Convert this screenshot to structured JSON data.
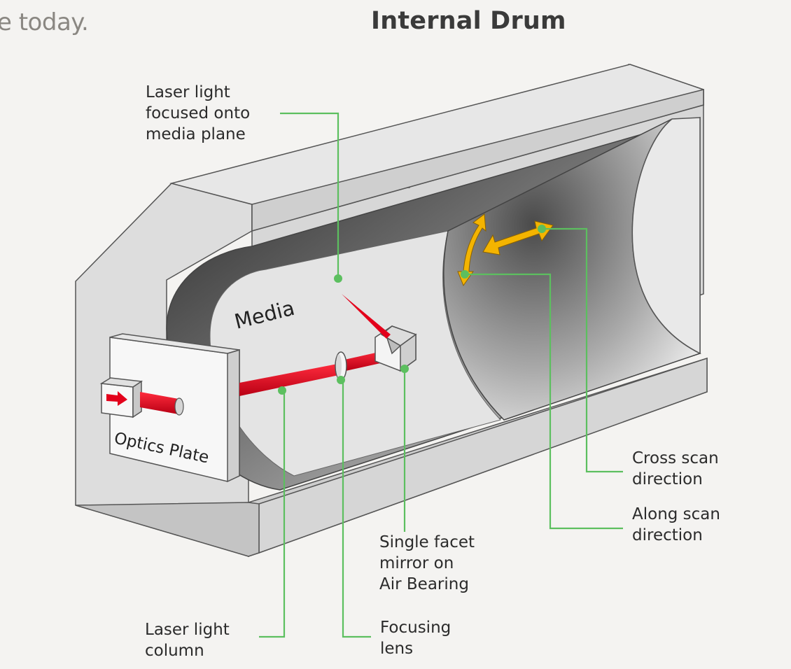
{
  "page_fragment": "e today.",
  "title": "Internal Drum",
  "drum": {
    "media_label": "Media",
    "optics_plate_label": "Optics Plate"
  },
  "callouts": {
    "laser_focused": "Laser light\nfocused onto\nmedia plane",
    "cross_scan": "Cross scan\ndirection",
    "along_scan": "Along scan\ndirection",
    "mirror": "Single facet\nmirror on\nAir Bearing",
    "laser_column": "Laser light\ncolumn",
    "focusing_lens": "Focusing\nlens"
  },
  "colors": {
    "laser": "#e3001b",
    "scan_arrows": "#f4b400",
    "leader_lines": "#5cbf5f",
    "housing": "#dcdcdc"
  }
}
